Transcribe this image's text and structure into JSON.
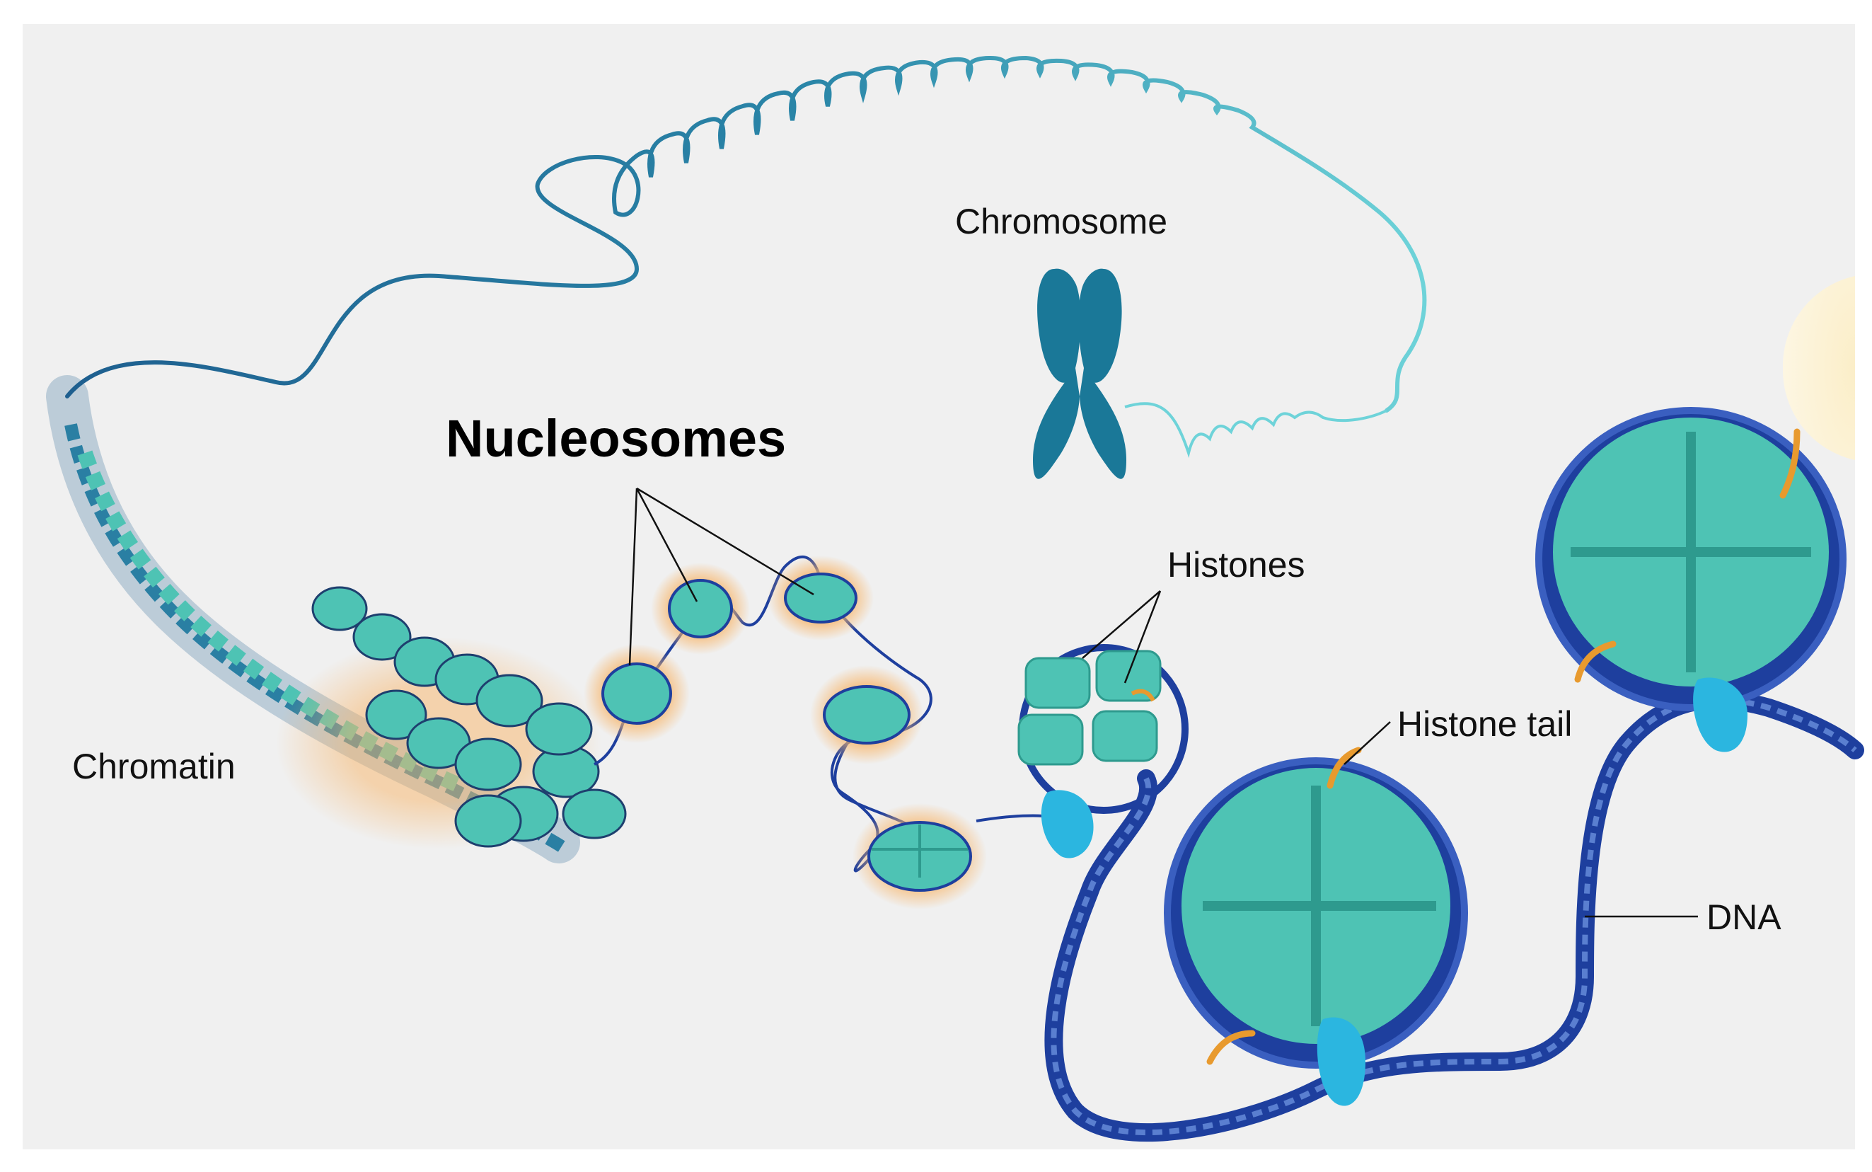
{
  "labels": {
    "chromosome": "Chromosome",
    "nucleosomes": "Nucleosomes",
    "histones": "Histones",
    "histone_tail": "Histone tail",
    "chromatin": "Chromatin",
    "dna": "DNA"
  },
  "colors": {
    "panel": "#f0f0f0",
    "dna_dark": "#1e3f9e",
    "dna_light": "#4fc2cc",
    "histone": "#4ec3b4",
    "histone_dark": "#2e9a8e",
    "linker": "#2bb6e0",
    "tail": "#e89a2e",
    "glow": "#f7b56a",
    "chromosome": "#1a7898",
    "nucleus": "#fbeec8"
  }
}
